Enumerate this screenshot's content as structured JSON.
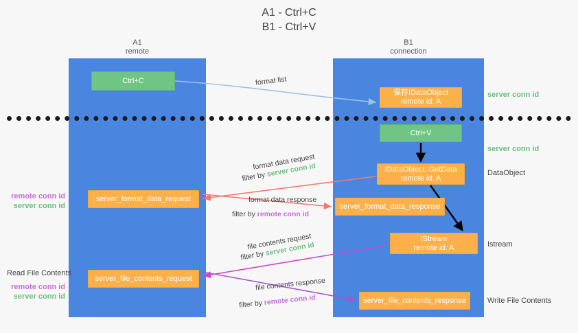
{
  "title": {
    "line1": "A1 - Ctrl+C",
    "line2": "B1 - Ctrl+V"
  },
  "lanes": [
    {
      "name": "A1",
      "subtitle": "remote"
    },
    {
      "name": "B1",
      "subtitle": "connection"
    }
  ],
  "boxes": {
    "ctrl_c": {
      "line1": "Ctrl+C",
      "color": "#71c584"
    },
    "save_dataobject": {
      "line1": "保存IDataObject",
      "line2": "remote id: A",
      "color": "#fbb04a"
    },
    "ctrl_v": {
      "line1": "Ctrl+V",
      "color": "#71c584"
    },
    "getdata": {
      "line1": "IDataObject::GetData",
      "line2": "remote id: A",
      "color": "#fbb04a"
    },
    "istream": {
      "line1": "IStream",
      "line2": "remote id: A",
      "color": "#fbb04a"
    },
    "server_format_data_request": {
      "line1": "server_format_data_request",
      "color": "#fbb04a"
    },
    "server_format_data_response": {
      "line1": "server_format_data_response",
      "color": "#fbb04a"
    },
    "server_file_contents_request": {
      "line1": "server_file_contents_request",
      "color": "#fbb04a"
    },
    "server_file_contents_response": {
      "line1": "server_file_contents_response",
      "color": "#fbb04a"
    }
  },
  "arrow_labels": {
    "format_list": "format list",
    "format_data_request": "format data request",
    "format_data_request_filter_prefix": "filter by ",
    "format_data_request_filter_value": "server conn id",
    "format_data_response": "format data response",
    "format_data_response_filter_prefix": "filter by ",
    "format_data_response_filter_value": "remote conn id",
    "file_contents_request": "file contents request",
    "file_contents_request_filter_prefix": "filter by ",
    "file_contents_request_filter_value": "server conn id",
    "file_contents_response": "file contents response",
    "file_contents_response_filter_prefix": "filter by ",
    "file_contents_response_filter_value": "remote conn id"
  },
  "side_labels": {
    "server_conn_id_1": "server conn id",
    "server_conn_id_2": "server conn id",
    "dataobject": "DataObject",
    "istream": "Istream",
    "write_file_contents": "Write File Contents",
    "read_file_contents": "Read File Contents",
    "remote_conn_id_mid": "remote conn id",
    "server_conn_id_mid": "server conn id",
    "remote_conn_id_bottom": "remote conn id",
    "server_conn_id_bottom": "server conn id"
  },
  "colors": {
    "lane": "#4a86e0",
    "green_box": "#71c584",
    "orange_box": "#fbb04a",
    "green_text": "#6cbf7f",
    "purple_text": "#c86ed8",
    "blue_arrow": "#9ac4ea",
    "red_arrow": "#f2786f",
    "magenta_arrow": "#cc44cc",
    "purple_arrow": "#a855c8",
    "black_arrow": "#000000",
    "divider": "#1b1b1b",
    "background": "#f7f7f7"
  }
}
